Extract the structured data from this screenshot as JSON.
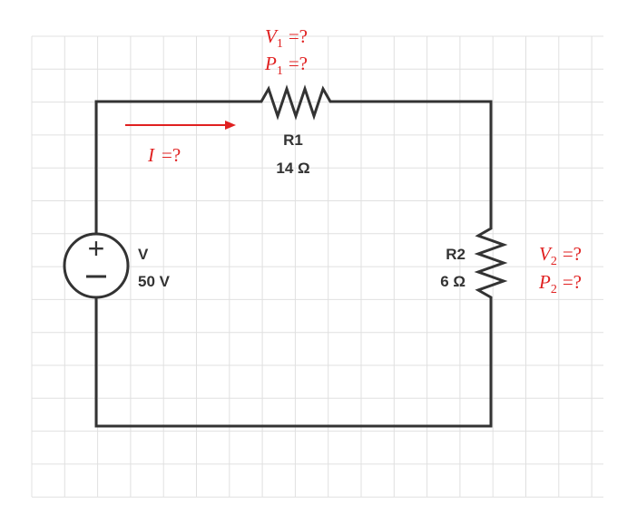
{
  "colors": {
    "wire": "#333333",
    "grid": "#e0e0e0",
    "question": "#e02020",
    "label": "#333333"
  },
  "source": {
    "name": "V",
    "value": "50 V",
    "plus_symbol": "+",
    "minus_symbol": "−"
  },
  "r1": {
    "name": "R1",
    "value": "14 Ω",
    "voltage_var": "V",
    "voltage_sub": "1",
    "power_var": "P",
    "power_sub": "1",
    "unknown": "=?"
  },
  "r2": {
    "name": "R2",
    "value": "6 Ω",
    "voltage_var": "V",
    "voltage_sub": "2",
    "power_var": "P",
    "power_sub": "2",
    "unknown": "=?"
  },
  "current": {
    "var": "I",
    "unknown": "=?"
  }
}
